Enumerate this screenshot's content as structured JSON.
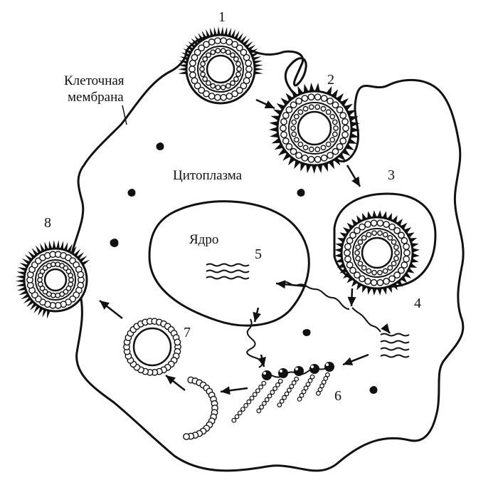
{
  "labels": {
    "membrane_line1": "Клеточная",
    "membrane_line2": "мембрана",
    "cytoplasm": "Цитоплазма",
    "nucleus": "Ядро"
  },
  "steps": [
    "1",
    "2",
    "3",
    "4",
    "5",
    "6",
    "7",
    "8"
  ],
  "colors": {
    "ink": "#111111",
    "background": "#ffffff"
  }
}
